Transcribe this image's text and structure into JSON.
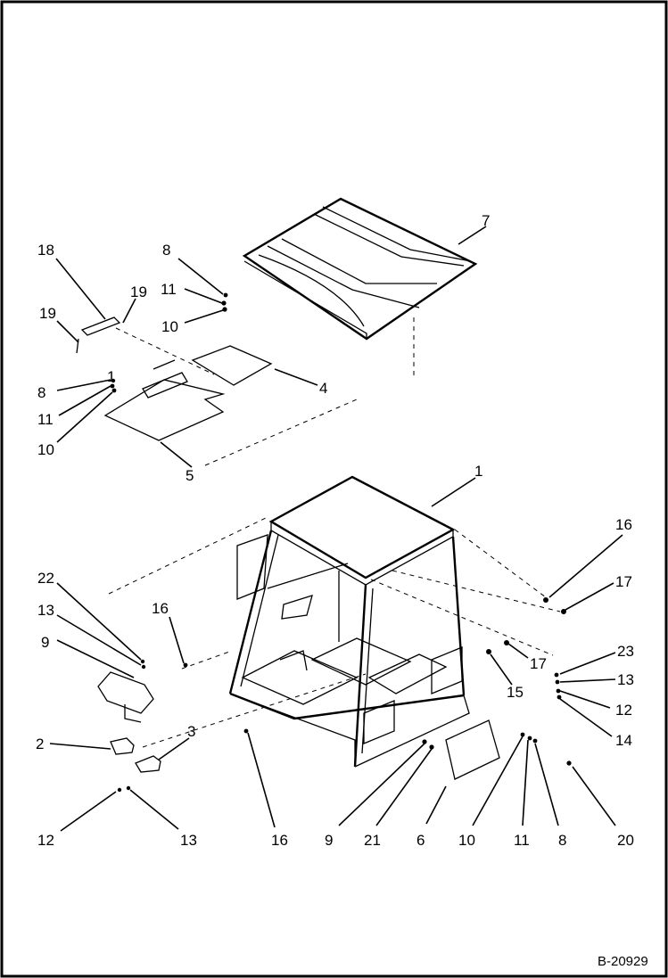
{
  "drawing_number": "B-20929",
  "callouts": [
    {
      "id": "c7",
      "label": "7"
    },
    {
      "id": "c18",
      "label": "18"
    },
    {
      "id": "c19a",
      "label": "19"
    },
    {
      "id": "c19b",
      "label": "19"
    },
    {
      "id": "c8a",
      "label": "8"
    },
    {
      "id": "c11a",
      "label": "11"
    },
    {
      "id": "c10a",
      "label": "10"
    },
    {
      "id": "c1a",
      "label": "1"
    },
    {
      "id": "c8b",
      "label": "8"
    },
    {
      "id": "c11b",
      "label": "11"
    },
    {
      "id": "c10b",
      "label": "10"
    },
    {
      "id": "c4",
      "label": "4"
    },
    {
      "id": "c5",
      "label": "5"
    },
    {
      "id": "c1b",
      "label": "1"
    },
    {
      "id": "c16a",
      "label": "16"
    },
    {
      "id": "c17a",
      "label": "17"
    },
    {
      "id": "c22",
      "label": "22"
    },
    {
      "id": "c13a",
      "label": "13"
    },
    {
      "id": "c9a",
      "label": "9"
    },
    {
      "id": "c16b",
      "label": "16"
    },
    {
      "id": "c17b",
      "label": "17"
    },
    {
      "id": "c23",
      "label": "23"
    },
    {
      "id": "c13b",
      "label": "13"
    },
    {
      "id": "c15",
      "label": "15"
    },
    {
      "id": "c12a",
      "label": "12"
    },
    {
      "id": "c14",
      "label": "14"
    },
    {
      "id": "c2",
      "label": "2"
    },
    {
      "id": "c3",
      "label": "3"
    },
    {
      "id": "c12b",
      "label": "12"
    },
    {
      "id": "c13c",
      "label": "13"
    },
    {
      "id": "c16c",
      "label": "16"
    },
    {
      "id": "c9b",
      "label": "9"
    },
    {
      "id": "c21",
      "label": "21"
    },
    {
      "id": "c6",
      "label": "6"
    },
    {
      "id": "c10c",
      "label": "10"
    },
    {
      "id": "c11c",
      "label": "11"
    },
    {
      "id": "c8c",
      "label": "8"
    },
    {
      "id": "c20",
      "label": "20"
    }
  ]
}
